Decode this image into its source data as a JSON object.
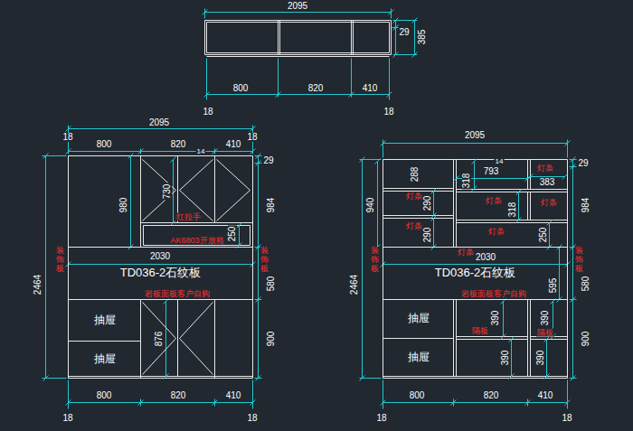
{
  "diagram": {
    "nodes": [
      {
        "text": [
          "TD036-2石纹板"
        ]
      },
      {
        "text": [
          "抽屉"
        ]
      },
      {
        "text": [
          "抽屉"
        ]
      },
      {
        "text": [
          "TD036-2石纹板"
        ]
      },
      {
        "text": [
          "抽屉"
        ]
      },
      {
        "text": [
          "抽屉"
        ]
      }
    ],
    "labels": [
      "2095",
      "29",
      "385",
      "800",
      "820",
      "410",
      "18",
      "18",
      "2095",
      "18",
      "18",
      "800",
      "820",
      "410",
      "14",
      "29",
      "980",
      "730",
      "984",
      "红拉手",
      "250",
      "AK6803开放格",
      "2464",
      "装饰板",
      "2030",
      "装饰板",
      "580",
      "岩板面板客户自购",
      "876",
      "900",
      "800",
      "820",
      "410",
      "18",
      "18",
      "2095",
      "14",
      "288",
      "318",
      "793",
      "灯条",
      "383",
      "29",
      "940",
      "984",
      "灯条",
      "290",
      "灯条",
      "318",
      "灯条",
      "灯条",
      "290",
      "灯条",
      "250",
      "灯条",
      "2464",
      "装饰板",
      "2030",
      "装饰板",
      "595",
      "580",
      "岩板面板客户自购",
      "390",
      "390",
      "隔板",
      "隔板",
      "900",
      "390",
      "390",
      "800",
      "820",
      "410",
      "18",
      "18"
    ]
  }
}
